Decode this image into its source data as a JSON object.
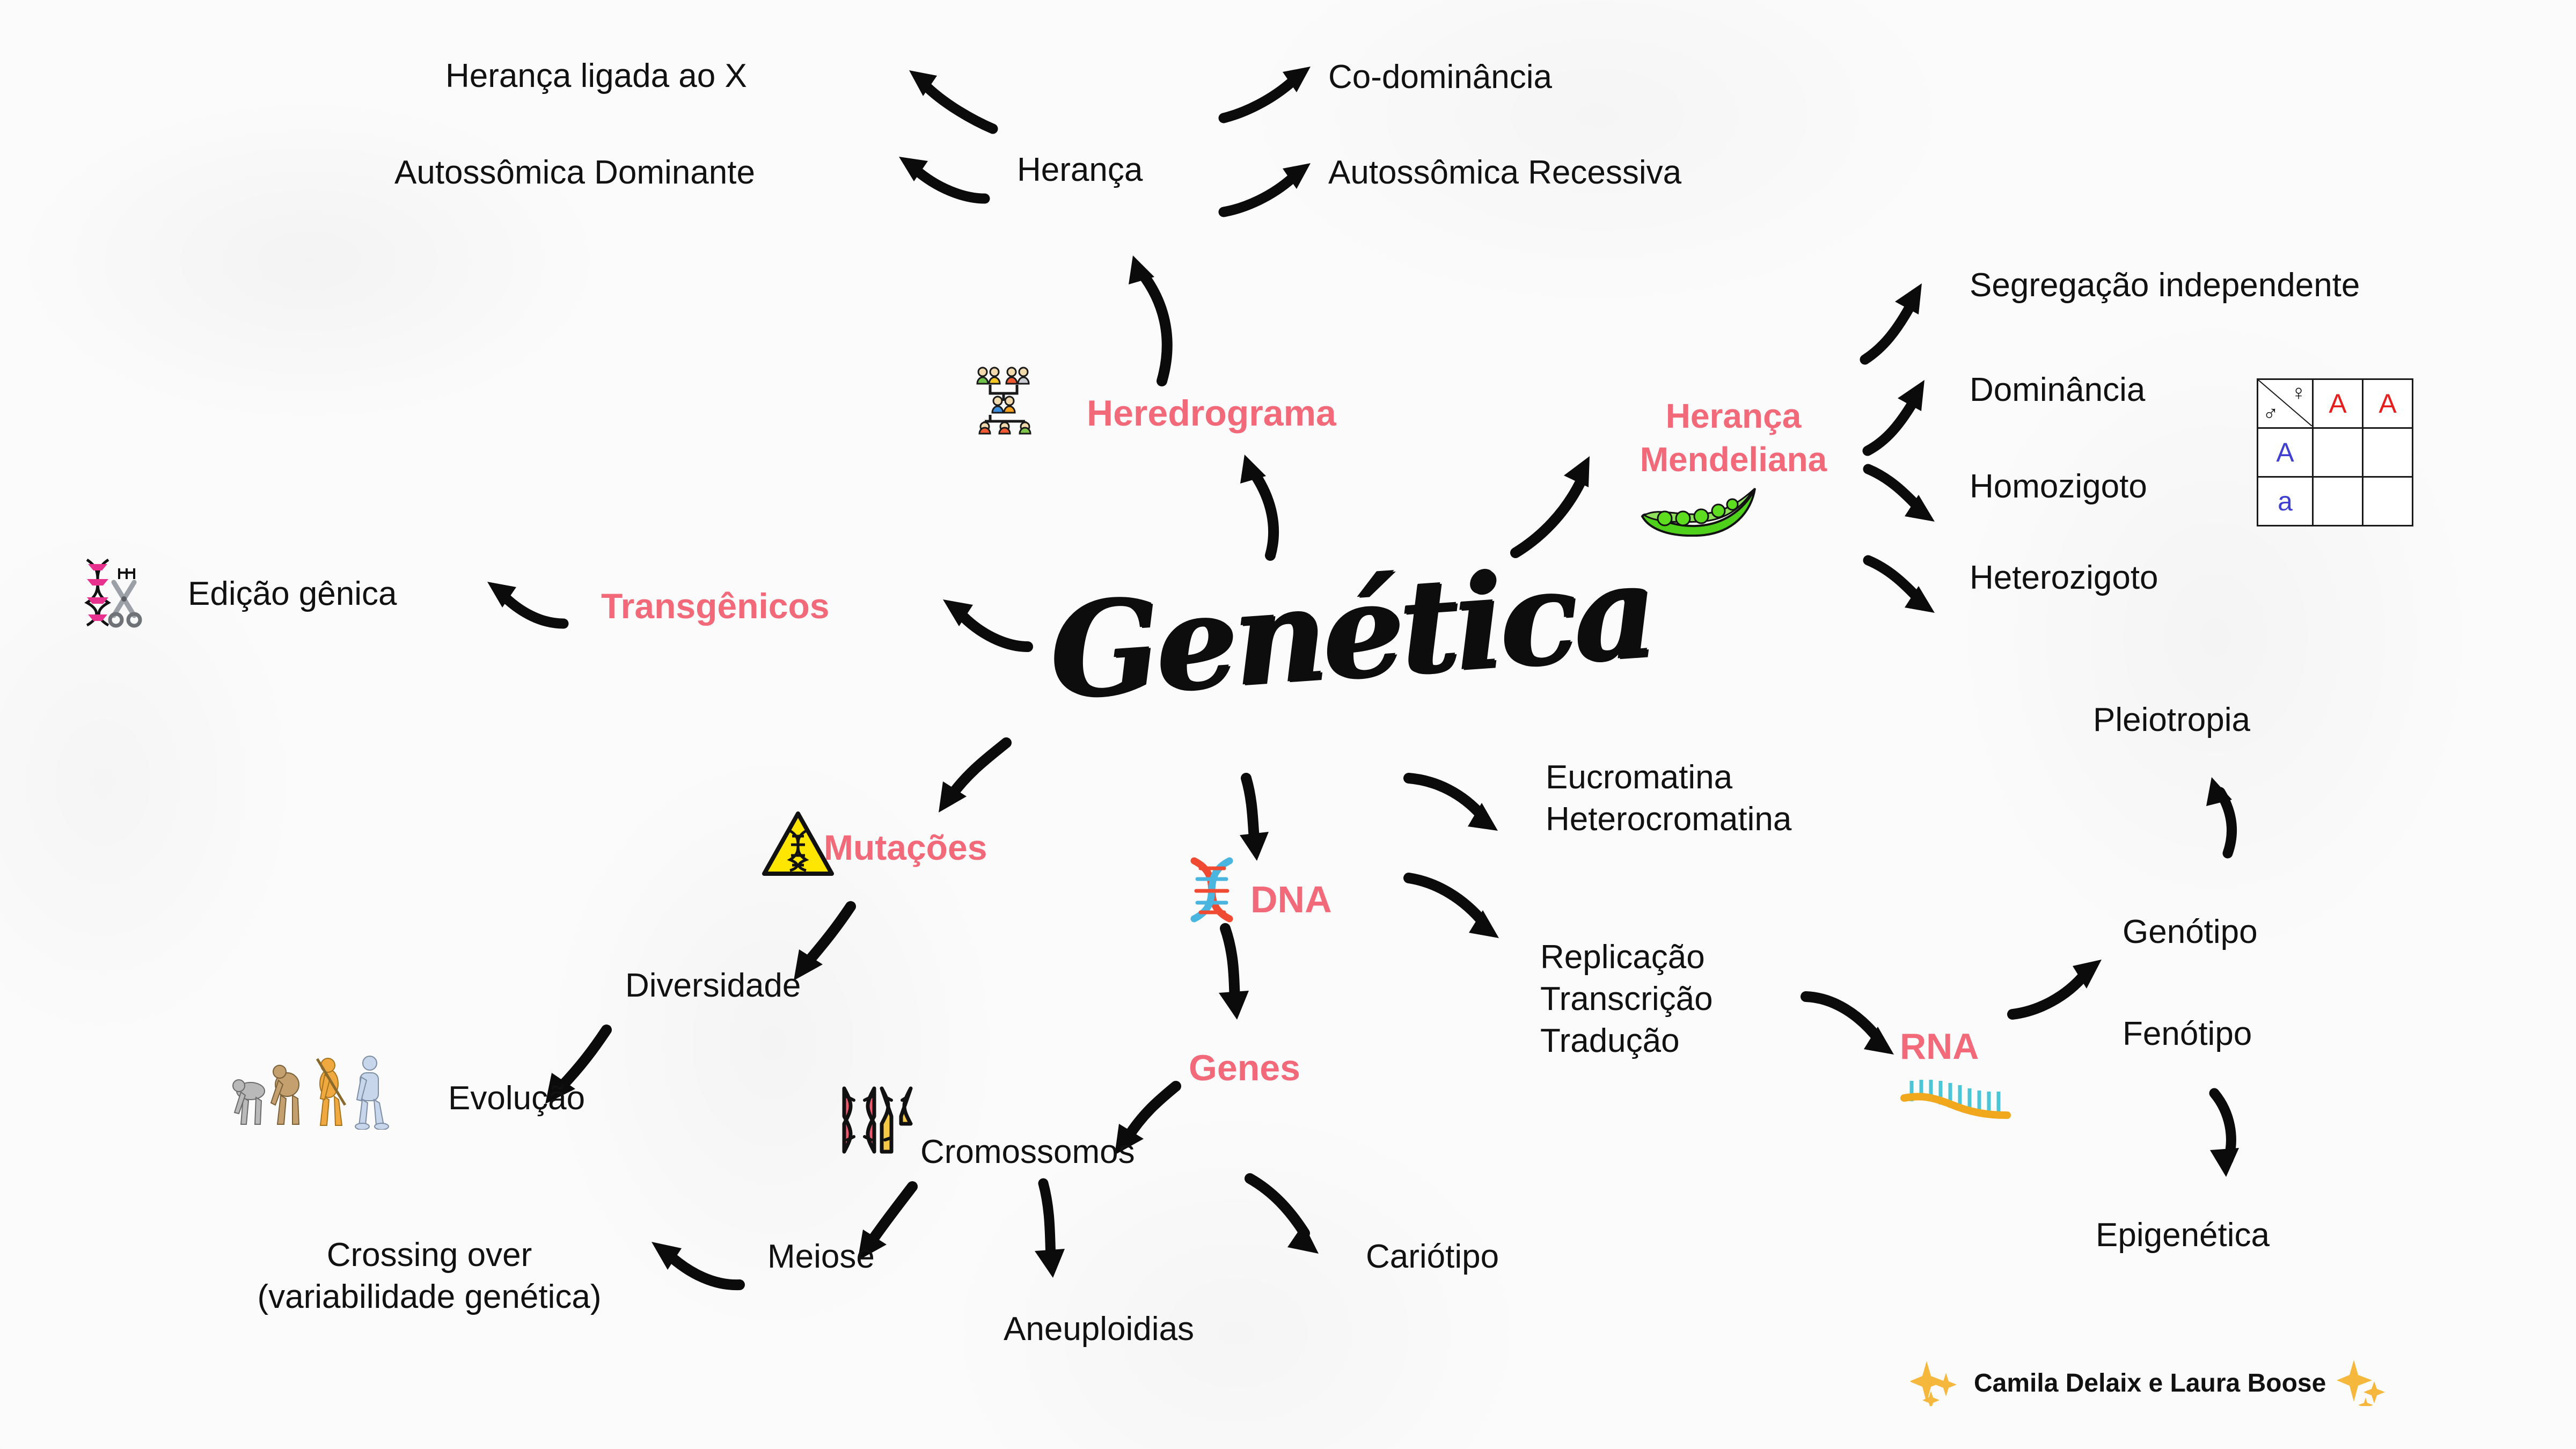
{
  "title": "Genética",
  "accent_color": "#f2697a",
  "text_color": "#111111",
  "background_color": "#fbfbfb",
  "branches": {
    "heranca": {
      "hub_label": "Herança",
      "children": [
        "Herança ligada ao X",
        "Autossômica Dominante",
        "Co-dominância",
        "Autossômica Recessiva"
      ]
    },
    "heredrograma": {
      "label": "Heredrograma",
      "icon": "family-pedigree-icon"
    },
    "heranca_mendeliana": {
      "label_line1": "Herança",
      "label_line2": "Mendeliana",
      "icon": "pea-pod-icon",
      "children": [
        "Segregação independente",
        "Dominância",
        "Homozigoto",
        "Heterozigoto"
      ],
      "punnett": {
        "female_symbol": "♀",
        "male_symbol": "♂",
        "column_alleles": [
          "A",
          "A"
        ],
        "row_alleles": [
          "A",
          "a"
        ],
        "column_allele_color": "#e81d1d",
        "row_allele_color": "#3f3fd1",
        "cells": [
          [
            "",
            ""
          ],
          [
            "",
            ""
          ]
        ]
      }
    },
    "transgenicos": {
      "label": "Transgênicos",
      "child": "Edição gênica",
      "icon": "dna-scissors-icon"
    },
    "mutacoes": {
      "label": "Mutações",
      "icon": "dna-hazard-icon",
      "child": "Diversidade",
      "grandchild": "Evolução",
      "evolution_icon": "human-evolution-icon"
    },
    "dna": {
      "label": "DNA",
      "icon": "dna-helix-icon"
    },
    "chromatin": {
      "items": [
        "Eucromatina",
        "Heterocromatina"
      ]
    },
    "central_dogma": {
      "items": [
        "Replicação",
        "Transcrição",
        "Tradução"
      ]
    },
    "rna": {
      "label": "RNA",
      "icon": "rna-strand-icon"
    },
    "genotype_chain": {
      "items": [
        "Pleiotropia",
        "Genótipo",
        "Fenótipo",
        "Epigenética"
      ]
    },
    "genes": {
      "label": "Genes",
      "child": "Cromossomos",
      "chromosome_icon": "xy-chromosome-icon",
      "children": [
        "Meiose",
        "Aneuploidias",
        "Cariótipo"
      ],
      "meiose_child_line1": "Crossing over",
      "meiose_child_line2": "(variabilidade genética)"
    }
  },
  "credits": {
    "text": "Camila Delaix e Laura Boose",
    "left_icon": "sparkles-icon",
    "right_icon": "sparkles-icon"
  }
}
